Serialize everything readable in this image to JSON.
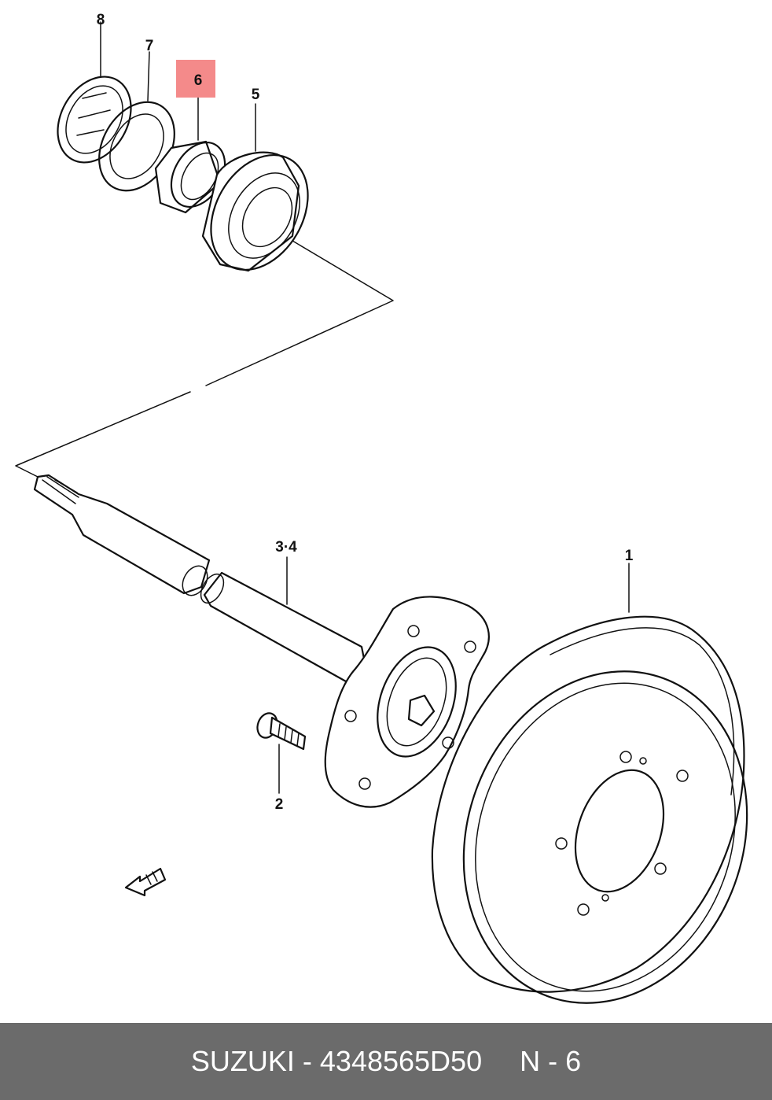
{
  "diagram": {
    "labels": {
      "p1": "1",
      "p2": "2",
      "p34": "3·4",
      "p5": "5",
      "p6": "6",
      "p7": "7",
      "p8": "8"
    },
    "highlight_color": "#f48a8a"
  },
  "footer": {
    "part_text": "SUZUKI - 4348565D50",
    "position_text": "N - 6",
    "background": "#6b6b6b"
  }
}
